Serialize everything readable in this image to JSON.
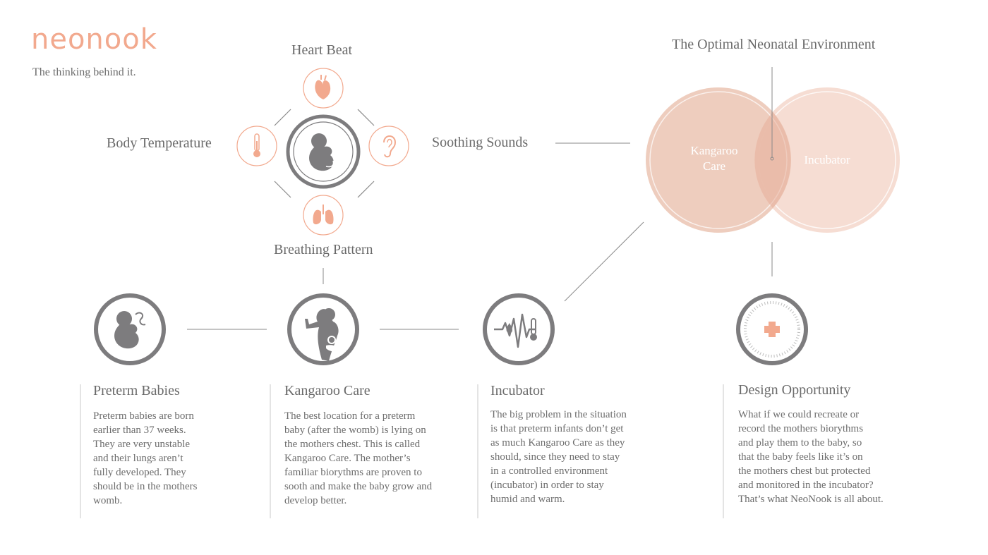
{
  "brand": {
    "logo": "neonook",
    "tagline": "The thinking behind it."
  },
  "biorhythms": {
    "heart": "Heart Beat",
    "temperature": "Body Temperature",
    "sounds": "Soothing Sounds",
    "breathing": "Breathing Pattern"
  },
  "venn": {
    "title": "The Optimal Neonatal Environment",
    "left_line1": "Kangaroo",
    "left_line2": "Care",
    "right": "Incubator"
  },
  "columns": [
    {
      "title": "Preterm Babies",
      "lines": [
        "Preterm babies are born",
        "earlier than 37 weeks.",
        "They are very unstable",
        "and their lungs aren’t",
        "fully developed. They",
        "should be in the mothers",
        "womb."
      ]
    },
    {
      "title": "Kangaroo Care",
      "lines": [
        "The best location for a preterm",
        "baby (after the womb) is lying on",
        "the mothers chest. This is called",
        "Kangaroo Care. The mother’s",
        "familiar biorythms are proven to",
        "sooth and make the baby grow and",
        "develop better."
      ]
    },
    {
      "title": "Incubator",
      "lines": [
        "The big problem in the situation",
        "is that preterm infants don’t get",
        "as much Kangaroo Care as they",
        "should, since they need to stay",
        "in a controlled environment",
        "(incubator)  in order to stay",
        "humid and warm."
      ]
    },
    {
      "title": "Design Opportunity",
      "lines": [
        "What if we could recreate or",
        "record the mothers biorythms",
        "and play them to the baby, so",
        "that the baby feels like it’s on",
        "the mothers chest but protected",
        "and monitored in the incubator?",
        "That’s what NeoNook is all about."
      ]
    }
  ],
  "icons": [
    "fetus-icon",
    "heart-icon",
    "thermometer-icon",
    "ear-icon",
    "lungs-icon",
    "preterm-baby-icon",
    "mother-baby-icon",
    "incubator-monitor-icon",
    "medical-cross-icon"
  ],
  "colors": {
    "accent": "#f2a98e",
    "gray": "#7d7c7e",
    "venn_left": "#edcabb",
    "venn_right": "#f6ddd3"
  }
}
